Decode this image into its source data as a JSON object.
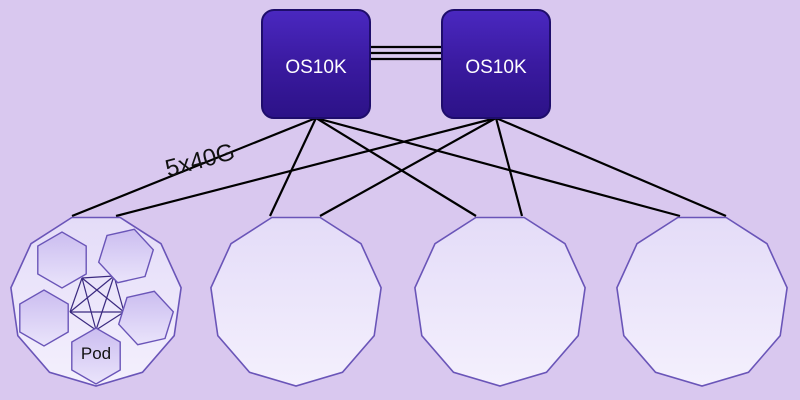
{
  "diagram": {
    "switches": [
      {
        "id": "sw1",
        "label": "OS10K"
      },
      {
        "id": "sw2",
        "label": "OS10K"
      }
    ],
    "link_label": "5x40G",
    "pod_label": "Pod",
    "pods": [
      {
        "id": "pod1",
        "expanded": true
      },
      {
        "id": "pod2",
        "expanded": false
      },
      {
        "id": "pod3",
        "expanded": false
      },
      {
        "id": "pod4",
        "expanded": false
      }
    ],
    "colors": {
      "background": "#d9c8ef",
      "switch_fill": "#3a1aa0",
      "switch_stroke": "#1e0d6b",
      "pod_fill": "#ece6fb",
      "pod_stroke": "#6a55b8",
      "link": "#000000"
    }
  }
}
